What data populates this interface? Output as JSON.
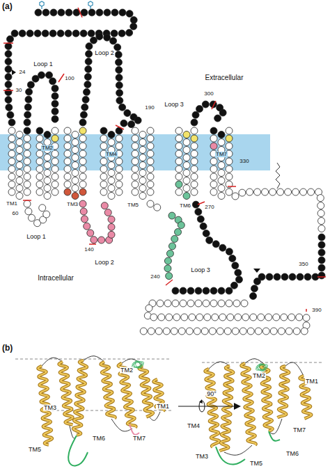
{
  "diagram": {
    "labels": [
      "(a)",
      "24",
      "30",
      "Loop 1",
      "100",
      "Loop 2",
      "190",
      "Extracellular",
      "Loop 3",
      "300",
      "330",
      "TM1",
      "TM2",
      "TM3",
      "TM4",
      "TM5",
      "TM6",
      "TM7",
      "60",
      "Loop 1",
      "140",
      "Loop 2",
      "270",
      "Intracellular",
      "240",
      "Loop 3",
      "350",
      "390",
      "(b)",
      "TM2",
      "TM3",
      "TM1",
      "TM5",
      "TM6",
      "TM7",
      "90°",
      "TM2",
      "TM1",
      "TM4",
      "TM7",
      "TM3",
      "TM6",
      "TM5"
    ]
  }
}
